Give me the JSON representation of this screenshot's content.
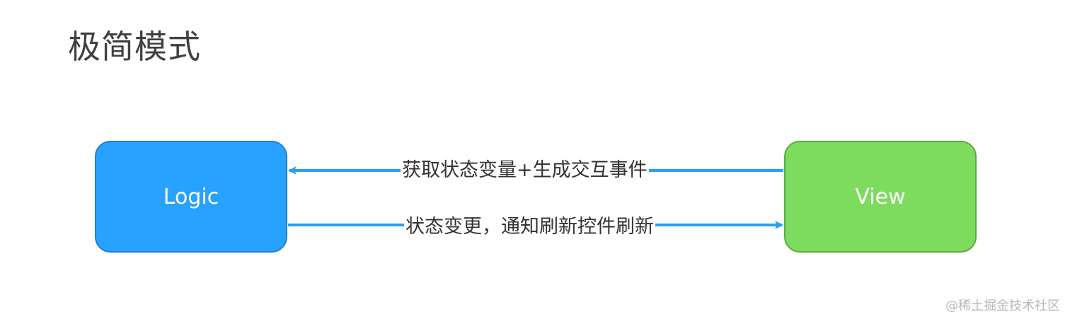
{
  "title": "极简模式",
  "nodes": {
    "logic": "Logic",
    "view": "View"
  },
  "edges": {
    "view_to_logic": "获取状态变量+生成交互事件",
    "logic_to_view": "状态变更，通知刷新控件刷新"
  },
  "watermark": "@稀土掘金技术社区",
  "colors": {
    "logic_fill": "#28a2ff",
    "view_fill": "#7ddb5e",
    "arrow": "#2b9ff0"
  }
}
